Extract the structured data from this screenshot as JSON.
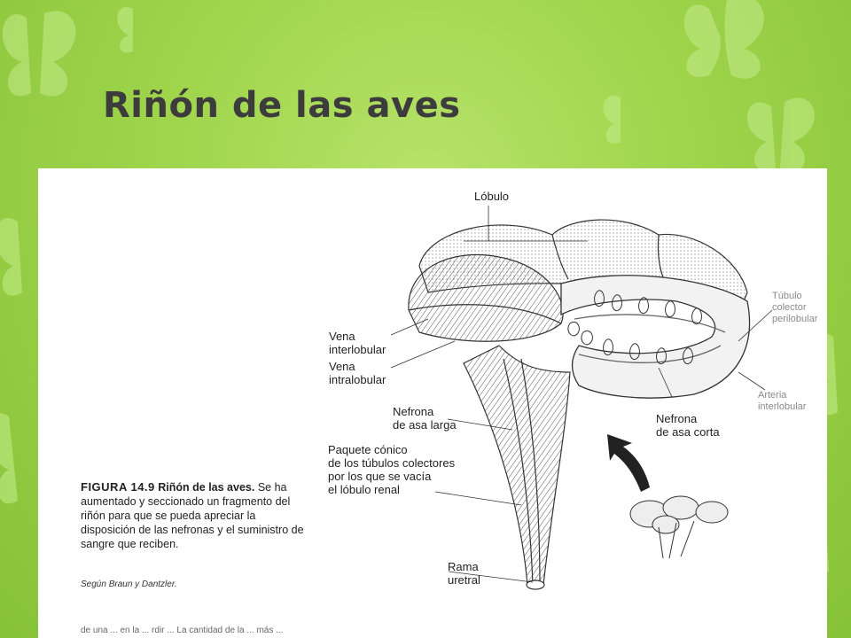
{
  "slide": {
    "title": "Riñón de las aves"
  },
  "figure": {
    "labels": {
      "lobulo": "Lóbulo",
      "tubulo_colector": "Túbulo\ncolector\nperilobular",
      "vena_interlobular": "Vena\ninterlobular",
      "vena_intralobular": "Vena\nintralobular",
      "arteria_interlobular": "Arteria\ninterlobular",
      "nefrona_asa_larga": "Nefrona\nde asa larga",
      "nefrona_asa_corta": "Nefrona\nde asa corta",
      "paquete_conico": "Paquete cónico\nde los túbulos colectores\npor los que se vacía\nel lóbulo renal",
      "rama_uretral": "Rama\nuretral"
    },
    "caption": {
      "figure_number": "FIGURA 14.9",
      "figure_title": "Riñón de las aves.",
      "body": "Se ha aumentado y seccionado un fragmento del riñón para que se pueda apreciar la disposición de las nefronas y el suministro de sangre que reciben.",
      "source": "Según Braun y Dantzler."
    },
    "bottom_text": "de una ... en la ... rdir ... La cantidad de la ... más ..."
  },
  "colors": {
    "background": "#9fd44b",
    "panel": "#ffffff",
    "title": "#3c3c3c"
  }
}
